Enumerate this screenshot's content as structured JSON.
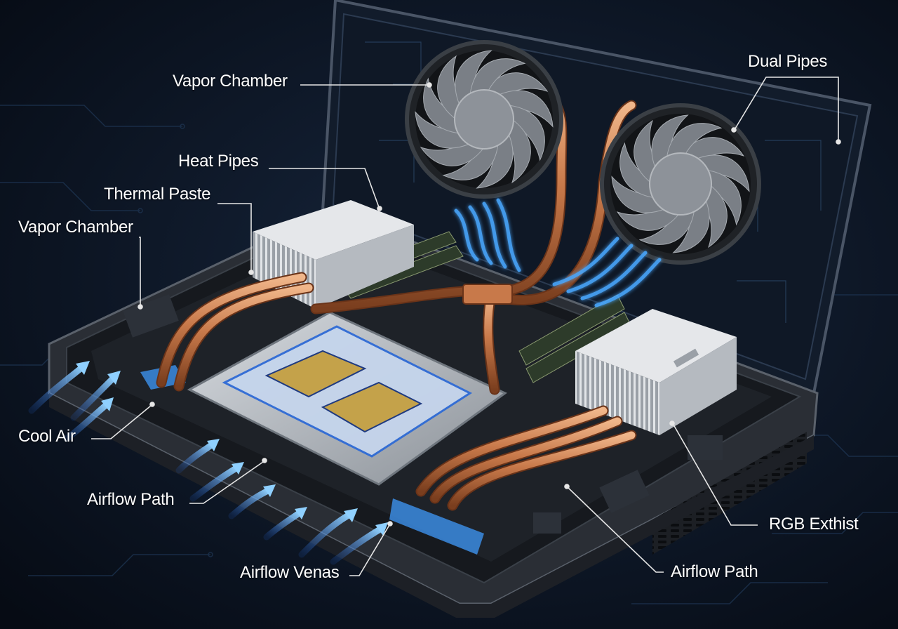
{
  "labels": {
    "vapor_chamber_top": "Vapor Chamber",
    "dual_pipes": "Dual Pipes",
    "heat_pipes": "Heat Pipes",
    "thermal_paste": "Thermal Paste",
    "vapor_chamber_left": "Vapor Chamber",
    "cool_air": "Cool Air",
    "airflow_path_left": "Airflow Path",
    "airflow_venas": "Airflow Venas",
    "rgb_exthist": "RGB Exthist",
    "airflow_path_right": "Airflow Path"
  },
  "colors": {
    "background": "#0a1220",
    "chassis": "#2a2e35",
    "copper": "#c8794a",
    "airflow": "#4aa8ff",
    "label": "#ffffff",
    "leader_line": "#e6e6e6"
  },
  "icons": {
    "fan": "fan-icon",
    "airflow_arrow": "airflow-arrow-icon"
  }
}
